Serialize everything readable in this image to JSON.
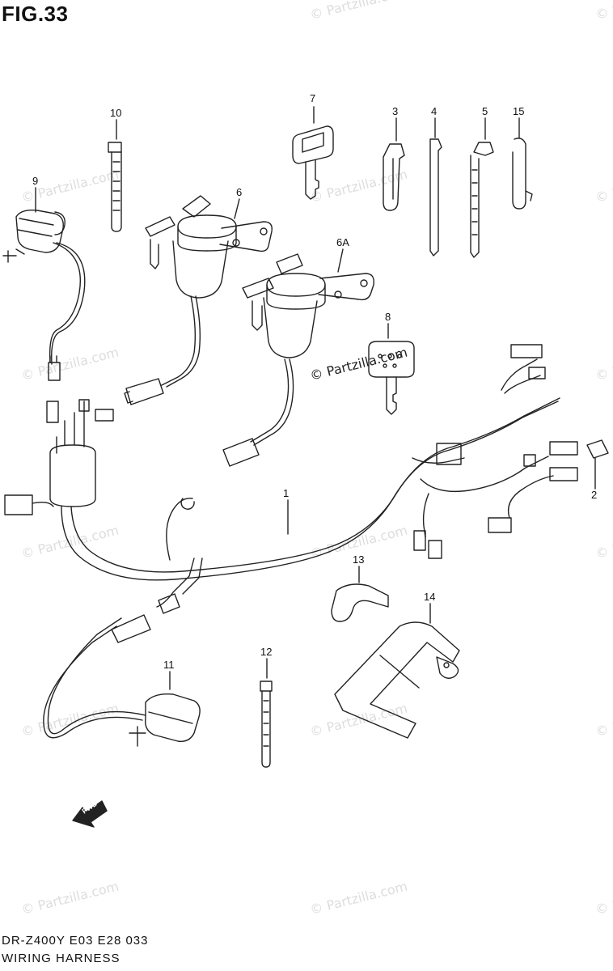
{
  "figure_title": "FIG.33",
  "footer": {
    "model_code": "DR-Z400Y E03 E28  033",
    "section_name": "WIRING HARNESS"
  },
  "watermark": {
    "text": "© Partzilla.com",
    "brand": "Partzilla.com",
    "color": "#dddddd"
  },
  "callouts": [
    {
      "id": "1",
      "part": "wiring-harness"
    },
    {
      "id": "2",
      "part": "fuse"
    },
    {
      "id": "3",
      "part": "clamp"
    },
    {
      "id": "4",
      "part": "clamp"
    },
    {
      "id": "5",
      "part": "clamp"
    },
    {
      "id": "6",
      "part": "ignition-switch"
    },
    {
      "id": "6A",
      "part": "ignition-switch"
    },
    {
      "id": "7",
      "part": "key"
    },
    {
      "id": "8",
      "part": "key"
    },
    {
      "id": "9",
      "part": "sensor"
    },
    {
      "id": "10",
      "part": "band"
    },
    {
      "id": "11",
      "part": "sensor"
    },
    {
      "id": "12",
      "part": "band"
    },
    {
      "id": "13",
      "part": "cover"
    },
    {
      "id": "14",
      "part": "bracket"
    },
    {
      "id": "15",
      "part": "clamp"
    }
  ],
  "fwd_arrow_label": "FWD",
  "colors": {
    "line": "#222222",
    "background": "#ffffff"
  }
}
